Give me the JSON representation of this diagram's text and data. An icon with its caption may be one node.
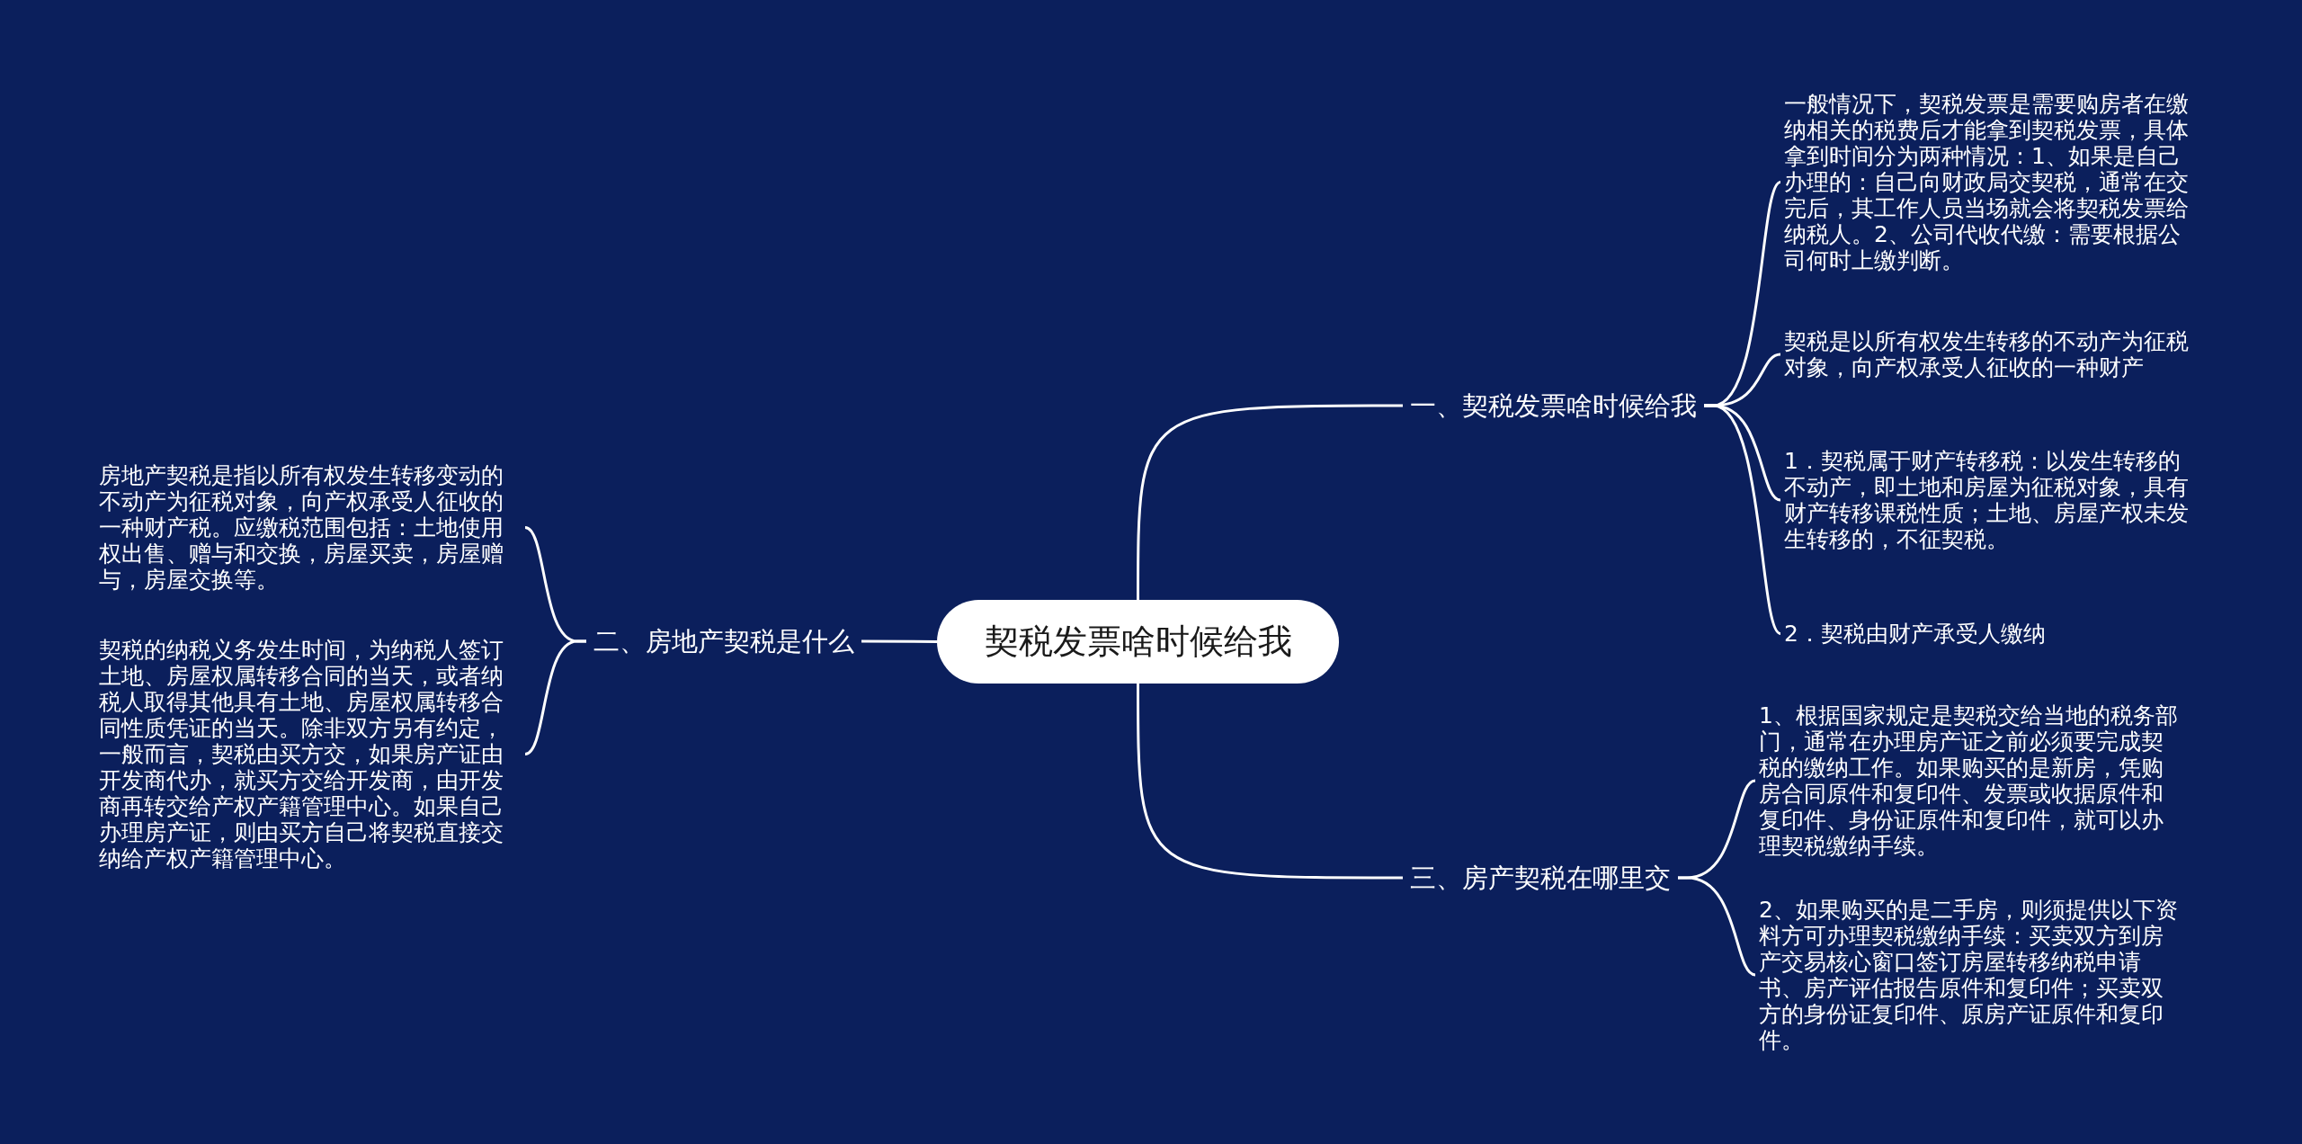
{
  "diagram": {
    "nodes": [
      {
        "text": [
          "契税发票啥时候给我"
        ]
      },
      {
        "text": [
          "一、契税发票啥时候给我"
        ]
      },
      {
        "text": [
          "一般情况下，契税发票是需要购房者在缴纳相关的税费后才能拿到契税发票，具体拿到时间分为两种情况：1、如果是自己办理的：自己向财政局交契税，通常在交完后，其工作人员当场就会将契税发票给纳税人。2、公司代收代缴：需要根据公司何时上缴判断。"
        ]
      },
      {
        "text": [
          "契税是以所有权发生转移的不动产为征税对象，向产权承受人征收的一种财产"
        ]
      },
      {
        "text": [
          "1．契税属于财产转移税：以发生转移的不动产，即土地和房屋为征税对象，具有财产转移课税性质；土地、房屋产权未发生转移的，不征契税。"
        ]
      },
      {
        "text": [
          "2．契税由财产承受人缴纳"
        ]
      },
      {
        "text": [
          "二、房地产契税是什么"
        ]
      },
      {
        "text": [
          "房地产契税是指以所有权发生转移变动的不动产为征税对象，向产权承受人征收的一种财产税。应缴税范围包括：土地使用权出售、赠与和交换，房屋买卖，房屋赠与，房屋交换等。"
        ]
      },
      {
        "text": [
          "契税的纳税义务发生时间，为纳税人签订土地、房屋权属转移合同的当天，或者纳税人取得其他具有土地、房屋权属转移合同性质凭证的当天。除非双方另有约定，一般而言，契税由买方交，如果房产证由开发商代办，就买方交给开发商，由开发商再转交给产权产籍管理中心。如果自己办理房产证，则由买方自己将契税直接交纳给产权产籍管理中心。"
        ]
      },
      {
        "text": [
          "三、房产契税在哪里交"
        ]
      },
      {
        "text": [
          "1、根据国家规定是契税交给当地的税务部门，通常在办理房产证之前必须要完成契税的缴纳工作。如果购买的是新房，凭购房合同原件和复印件、发票或收据原件和复印件、身份证原件和复印件，就可以办理契税缴纳手续。"
        ]
      },
      {
        "text": [
          "2、如果购买的是二手房，则须提供以下资料方可办理契税缴纳手续：买卖双方到房产交易核心窗口签订房屋转移纳税申请书、房产评估报告原件和复印件；买卖双方的身份证复印件、原房产证原件和复印件。"
        ]
      }
    ],
    "edges": [
      {
        "from": 0,
        "to": 1,
        "arrow": "none"
      },
      {
        "from": 1,
        "to": 2,
        "arrow": "none"
      },
      {
        "from": 1,
        "to": 3,
        "arrow": "none"
      },
      {
        "from": 1,
        "to": 4,
        "arrow": "none"
      },
      {
        "from": 1,
        "to": 5,
        "arrow": "none"
      },
      {
        "from": 0,
        "to": 6,
        "arrow": "none"
      },
      {
        "from": 6,
        "to": 7,
        "arrow": "none"
      },
      {
        "from": 6,
        "to": 8,
        "arrow": "none"
      },
      {
        "from": 0,
        "to": 9,
        "arrow": "none"
      },
      {
        "from": 9,
        "to": 10,
        "arrow": "none"
      },
      {
        "from": 9,
        "to": 11,
        "arrow": "none"
      }
    ]
  }
}
